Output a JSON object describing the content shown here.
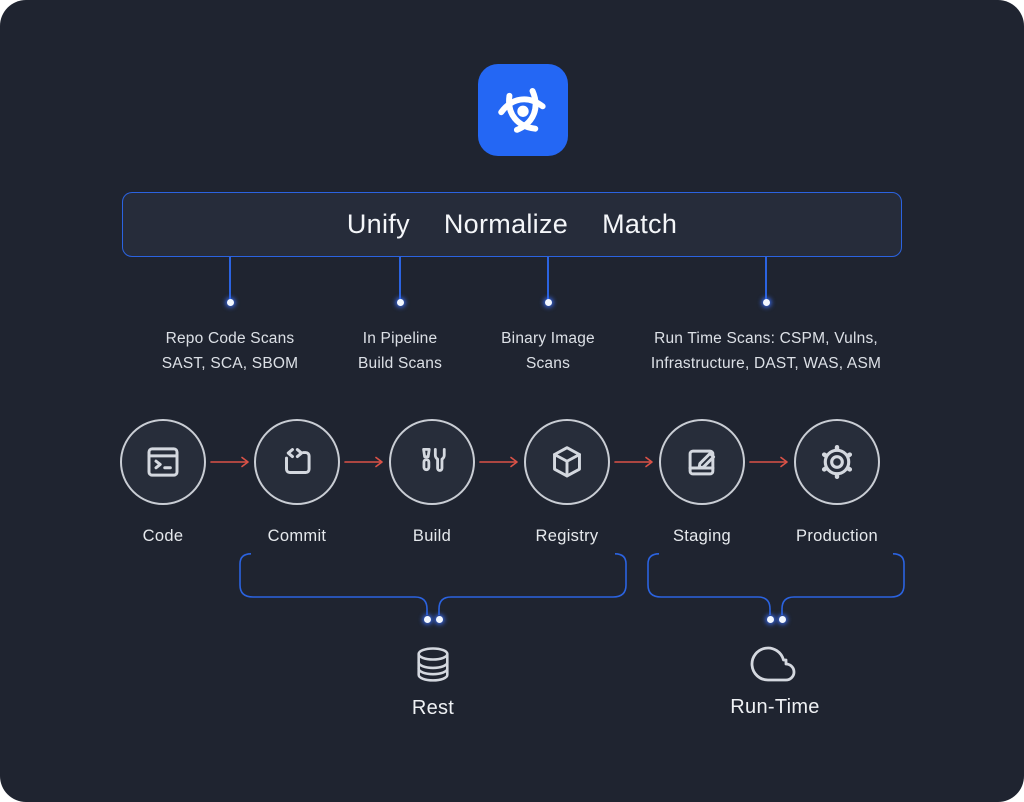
{
  "logo": {
    "icon": "atom-icon",
    "bg_color": "#2467f4"
  },
  "header": {
    "words": [
      "Unify",
      "Normalize",
      "Match"
    ]
  },
  "scan_groups": [
    {
      "lines": [
        "Repo Code Scans",
        "SAST, SCA, SBOM"
      ]
    },
    {
      "lines": [
        "In Pipeline",
        "Build Scans"
      ]
    },
    {
      "lines": [
        "Binary Image",
        "Scans"
      ]
    },
    {
      "lines": [
        "Run Time Scans: CSPM, Vulns,",
        "Infrastructure, DAST, WAS, ASM"
      ]
    }
  ],
  "pipeline": {
    "stages": [
      {
        "label": "Code",
        "icon": "terminal-icon"
      },
      {
        "label": "Commit",
        "icon": "code-brackets-icon"
      },
      {
        "label": "Build",
        "icon": "tools-icon"
      },
      {
        "label": "Registry",
        "icon": "cube-icon"
      },
      {
        "label": "Staging",
        "icon": "edit-icon"
      },
      {
        "label": "Production",
        "icon": "gear-icon"
      }
    ]
  },
  "destinations": [
    {
      "label": "Rest",
      "icon": "database-icon"
    },
    {
      "label": "Run-Time",
      "icon": "cloud-icon"
    }
  ],
  "colors": {
    "background": "#1f2430",
    "accent_blue": "#2b63e0",
    "logo_blue": "#2467f4",
    "arrow_red": "#db5247",
    "circle_stroke": "#c9cdd4",
    "icon_stroke": "#d4d8df",
    "text": "#e3e6eb"
  }
}
